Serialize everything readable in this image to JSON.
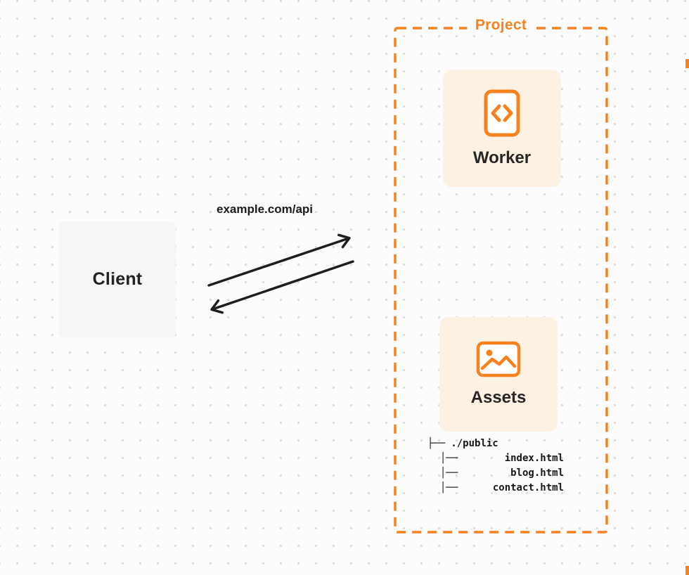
{
  "colors": {
    "accent": "#f6821f",
    "card_bg": "#fdf1e3",
    "ink": "#1e1e1e",
    "client_bg": "#f6f6f6"
  },
  "client": {
    "label": "Client"
  },
  "connection": {
    "url_label": "example.com/api"
  },
  "project": {
    "title": "Project",
    "worker": {
      "label": "Worker",
      "icon": "code-icon"
    },
    "assets": {
      "label": "Assets",
      "icon": "image-icon"
    },
    "file_tree": {
      "root": {
        "prefix": "├──",
        "name": "./public"
      },
      "children": [
        {
          "prefix": "│──",
          "name": "index.html"
        },
        {
          "prefix": "│──",
          "name": "blog.html"
        },
        {
          "prefix": "│──",
          "name": "contact.html"
        }
      ]
    }
  }
}
